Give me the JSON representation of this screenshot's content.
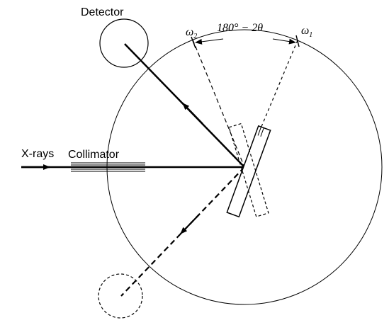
{
  "labels": {
    "detector": "Detector",
    "xrays": "X-rays",
    "collimator": "Collimator",
    "angle_expr": "180° − 2θ",
    "omega": "ω",
    "omega2_sub": "2",
    "omega1_sub": "1"
  },
  "colors": {
    "ink": "#000000",
    "background": "#ffffff"
  }
}
